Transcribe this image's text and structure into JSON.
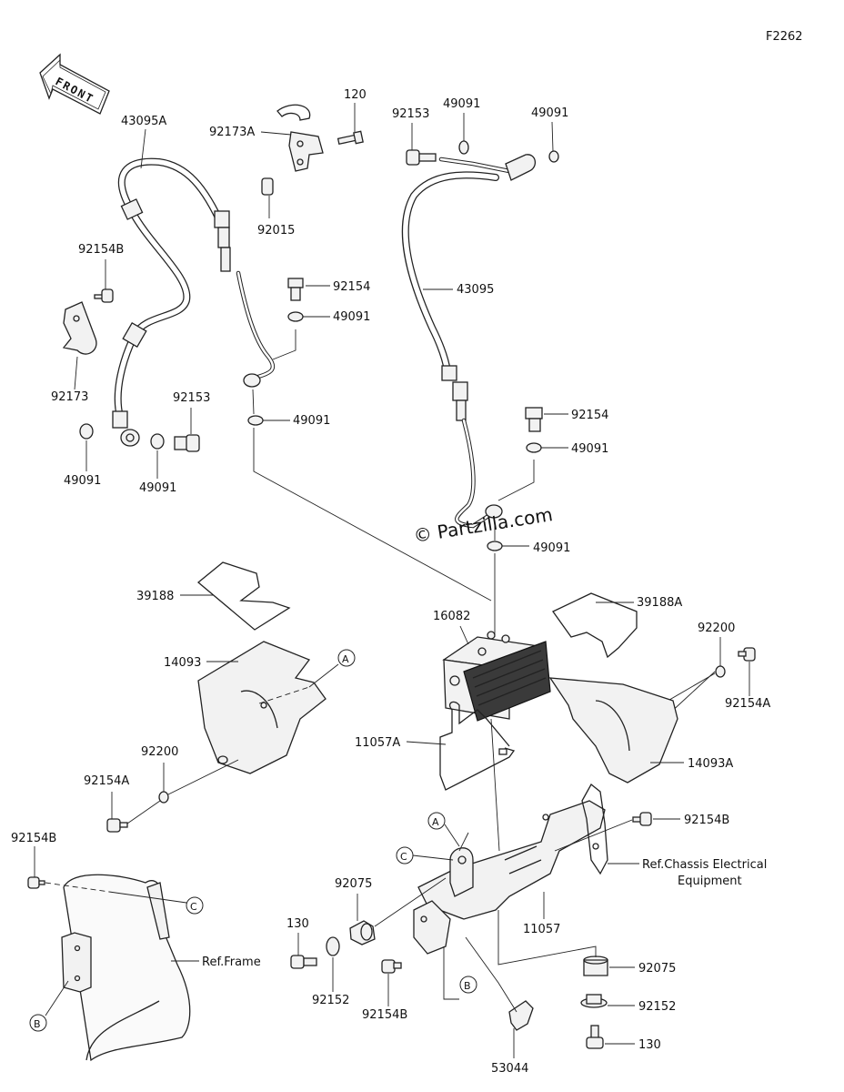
{
  "figure_code": "F2262",
  "front_label": "FRONT",
  "watermark": "© Partzilla.com",
  "labels": {
    "p43095A": "43095A",
    "p92173A": "92173A",
    "p120": "120",
    "p92015": "92015",
    "p92154B_top": "92154B",
    "p92173": "92173",
    "p92154_left": "92154",
    "p49091_mid1": "49091",
    "p49091_mid2": "49091",
    "p92153_left": "92153",
    "p49091_bl1": "49091",
    "p49091_bl2": "49091",
    "p92153_top": "92153",
    "p49091_top1": "49091",
    "p49091_top2": "49091",
    "p43095": "43095",
    "p92154_right": "92154",
    "p49091_r1": "49091",
    "p49091_r2": "49091",
    "p39188": "39188",
    "p39188A": "39188A",
    "p16082": "16082",
    "p92200_right": "92200",
    "p92154A_right": "92154A",
    "p14093": "14093",
    "p14093A": "14093A",
    "p92200_left": "92200",
    "p92154A_left": "92154A",
    "p11057A": "11057A",
    "p92154B_right": "92154B",
    "p92154B_left": "92154B",
    "p92075_left": "92075",
    "p11057": "11057",
    "p130_left": "130",
    "p92152_left": "92152",
    "p92154B_bottom": "92154B",
    "p92075_right": "92075",
    "p92152_right": "92152",
    "p130_right": "130",
    "p53044": "53044",
    "ref_frame": "Ref.Frame",
    "ref_chassis_1": "Ref.Chassis Electrical",
    "ref_chassis_2": "Equipment"
  },
  "markers": {
    "A1": "A",
    "A2": "A",
    "B1": "B",
    "B2": "B",
    "C1": "C",
    "C2": "C"
  }
}
